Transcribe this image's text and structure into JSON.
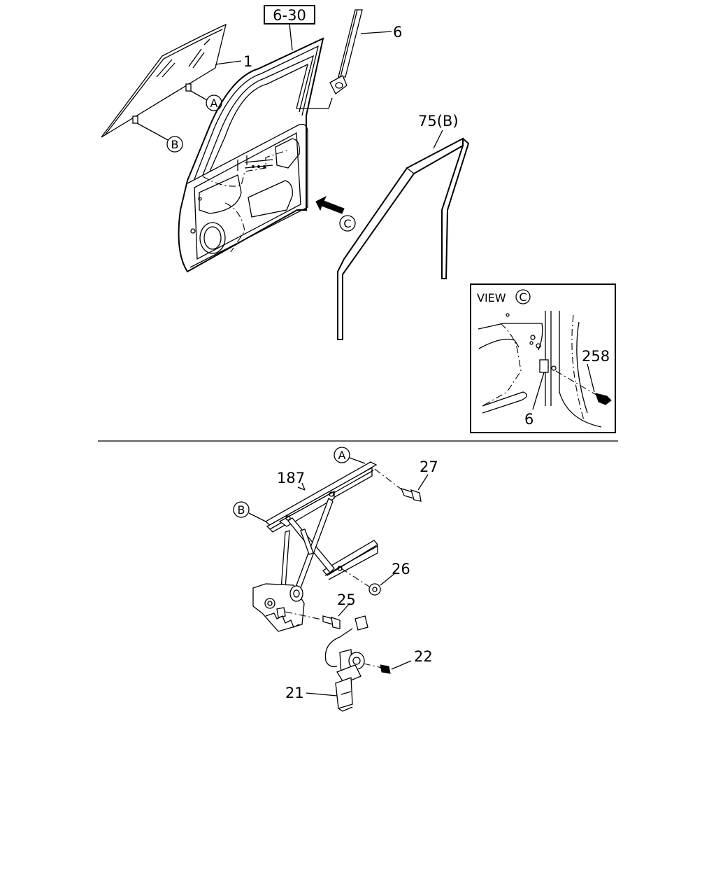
{
  "ref_box": "6-30",
  "labels": {
    "glass": "1",
    "run_channel": "6",
    "weatherstrip": "75(B)",
    "regulator": "187",
    "bolt_27": "27",
    "nut_26": "26",
    "bolt_25": "25",
    "screw_22": "22",
    "motor": "21",
    "screw_258": "258",
    "view_part": "6"
  },
  "callouts": {
    "a": "A",
    "b": "B",
    "c": "C"
  },
  "view_title": "VIEW",
  "view_letter": "C"
}
